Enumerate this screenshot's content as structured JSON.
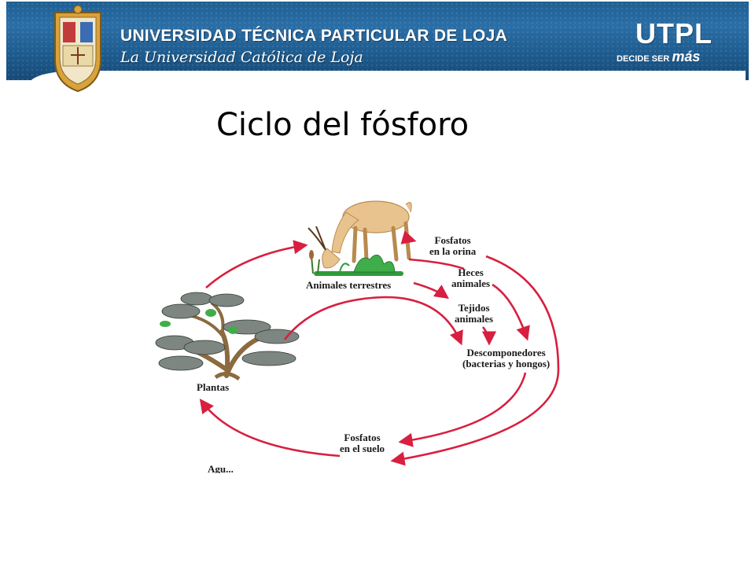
{
  "header": {
    "university_name": "UNIVERSIDAD TÉCNICA PARTICULAR DE LOJA",
    "tagline": "La Universidad Católica de Loja",
    "brand_short": "UTPL",
    "slogan_prefix": "DECIDE SER",
    "slogan_emphasis": "más"
  },
  "slide": {
    "title": "Ciclo del fósforo"
  },
  "diagram": {
    "labels": {
      "animals": "Animales terrestres",
      "urine_phosphates_1": "Fosfatos",
      "urine_phosphates_2": "en la orina",
      "feces_1": "Heces",
      "feces_2": "animales",
      "tissues_1": "Tejidos",
      "tissues_2": "animales",
      "decomposers_1": "Descomponedores",
      "decomposers_2": "(bacterias y hongos)",
      "plants": "Plantas",
      "soil_phosphates_1": "Fosfatos",
      "soil_phosphates_2": "en el suelo",
      "cutoff": "Agu..."
    },
    "colors": {
      "arrow": "#d81f3f",
      "antelope": "#e9c38e",
      "leaf": "#2f9a3a",
      "trunk": "#8b6a3e"
    }
  }
}
